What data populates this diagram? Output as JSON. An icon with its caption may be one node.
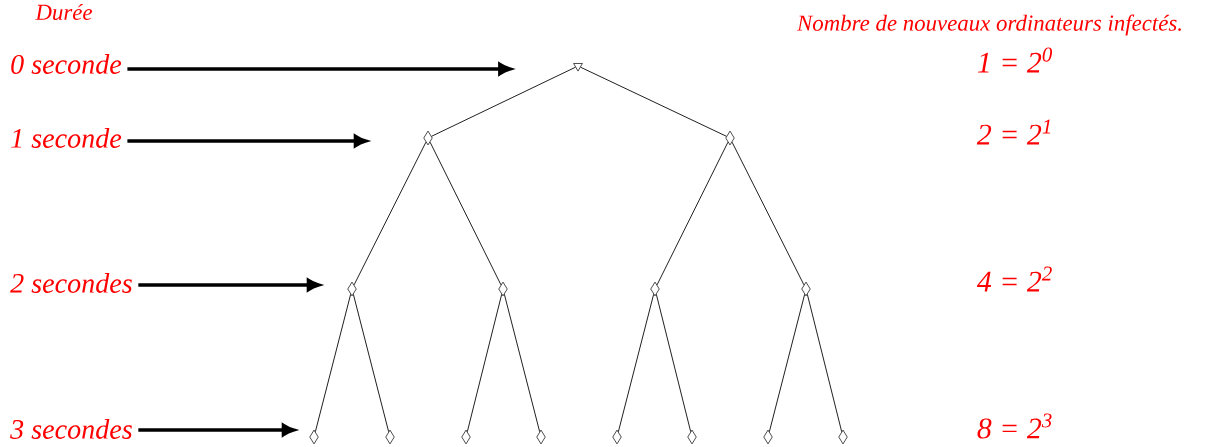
{
  "diagram": {
    "nodes": [
      {
        "text": [
          "0 seconde"
        ]
      },
      {
        "text": [
          "1 seconde"
        ]
      },
      {
        "text": [
          "2 secondes"
        ]
      },
      {
        "text": [
          "3 secondes"
        ]
      },
      {
        "text": [],
        "shape": "triangle"
      },
      {
        "text": [],
        "shape": "diamond"
      },
      {
        "text": [],
        "shape": "diamond"
      },
      {
        "text": [],
        "shape": "diamond"
      },
      {
        "text": [],
        "shape": "diamond"
      },
      {
        "text": [],
        "shape": "diamond"
      },
      {
        "text": [],
        "shape": "diamond"
      },
      {
        "text": [],
        "shape": "diamond"
      },
      {
        "text": [],
        "shape": "diamond"
      },
      {
        "text": [],
        "shape": "diamond"
      },
      {
        "text": [],
        "shape": "diamond"
      },
      {
        "text": [],
        "shape": "diamond"
      },
      {
        "text": [],
        "shape": "diamond"
      },
      {
        "text": [],
        "shape": "diamond"
      },
      {
        "text": [],
        "shape": "diamond"
      }
    ],
    "edges": [
      {
        "from": 0,
        "to": 4,
        "arrow": "to",
        "style": "thick"
      },
      {
        "from": 1,
        "to": 5,
        "arrow": "to",
        "style": "thick"
      },
      {
        "from": 2,
        "to": 7,
        "arrow": "to",
        "style": "thick"
      },
      {
        "from": 3,
        "to": 11,
        "arrow": "to",
        "style": "thick"
      },
      {
        "from": 4,
        "to": 5,
        "arrow": "none"
      },
      {
        "from": 4,
        "to": 6,
        "arrow": "none"
      },
      {
        "from": 5,
        "to": 7,
        "arrow": "none"
      },
      {
        "from": 5,
        "to": 8,
        "arrow": "none"
      },
      {
        "from": 6,
        "to": 9,
        "arrow": "none"
      },
      {
        "from": 6,
        "to": 10,
        "arrow": "none"
      },
      {
        "from": 7,
        "to": 11,
        "arrow": "none"
      },
      {
        "from": 7,
        "to": 12,
        "arrow": "none"
      },
      {
        "from": 8,
        "to": 13,
        "arrow": "none"
      },
      {
        "from": 8,
        "to": 14,
        "arrow": "none"
      },
      {
        "from": 9,
        "to": 15,
        "arrow": "none"
      },
      {
        "from": 9,
        "to": 16,
        "arrow": "none"
      },
      {
        "from": 10,
        "to": 17,
        "arrow": "none"
      },
      {
        "from": 10,
        "to": 18,
        "arrow": "none"
      }
    ],
    "labels": [
      "Durée",
      "Nombre de nouveaux ordinateurs infectés.",
      "1 = 2$^{0}$",
      "2 = 2$^{1}$",
      "4 = 2$^{2}$",
      "8 = 2$^{3}$"
    ]
  }
}
